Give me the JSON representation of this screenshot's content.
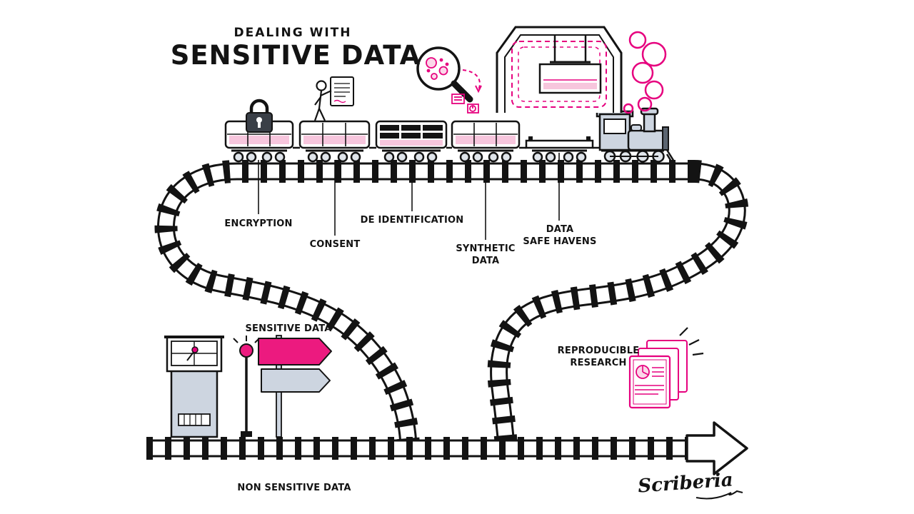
{
  "illustration": {
    "title": {
      "kicker": "DEALING WITH",
      "main": "SENSITIVE DATA"
    },
    "train_car_labels": [
      {
        "key": "encryption",
        "text": "ENCRYPTION"
      },
      {
        "key": "consent",
        "text": "CONSENT"
      },
      {
        "key": "de_identification",
        "text": "DE IDENTIFICATION"
      },
      {
        "key": "synthetic_data",
        "text": "SYNTHETIC\nDATA"
      },
      {
        "key": "data_safe_havens",
        "text": "DATA\nSAFE HAVENS"
      }
    ],
    "track_labels": {
      "sensitive": "SENSITIVE DATA",
      "non_sensitive": "NON SENSITIVE DATA"
    },
    "research": {
      "text": "REPRODUCIBLE\nRESEARCH"
    },
    "signature": {
      "text": "Scriberia"
    },
    "colors": {
      "ink": "#131313",
      "pink": "#e6007e",
      "light_pink": "#f7c6dd",
      "gray_blue": "#cdd5e0"
    },
    "icons": {
      "padlock-icon": "lock on encryption car",
      "consent-form-icon": "person signing a consent form",
      "redaction-bars-icon": "black redaction bars on car",
      "magnifier-icon": "magnifying glass over data cells",
      "tunnel-depot": "data safe haven gantry shed",
      "smoke-puffs": "pink locomotive smoke",
      "control-tower": "signal control tower",
      "signal-lamp-icon": "pink signal lamp",
      "signpost-arrows-icon": "sensitive / non-sensitive signpost",
      "documents-stack-icon": "reproducible research papers",
      "direction-arrow-icon": "track direction arrow"
    }
  }
}
